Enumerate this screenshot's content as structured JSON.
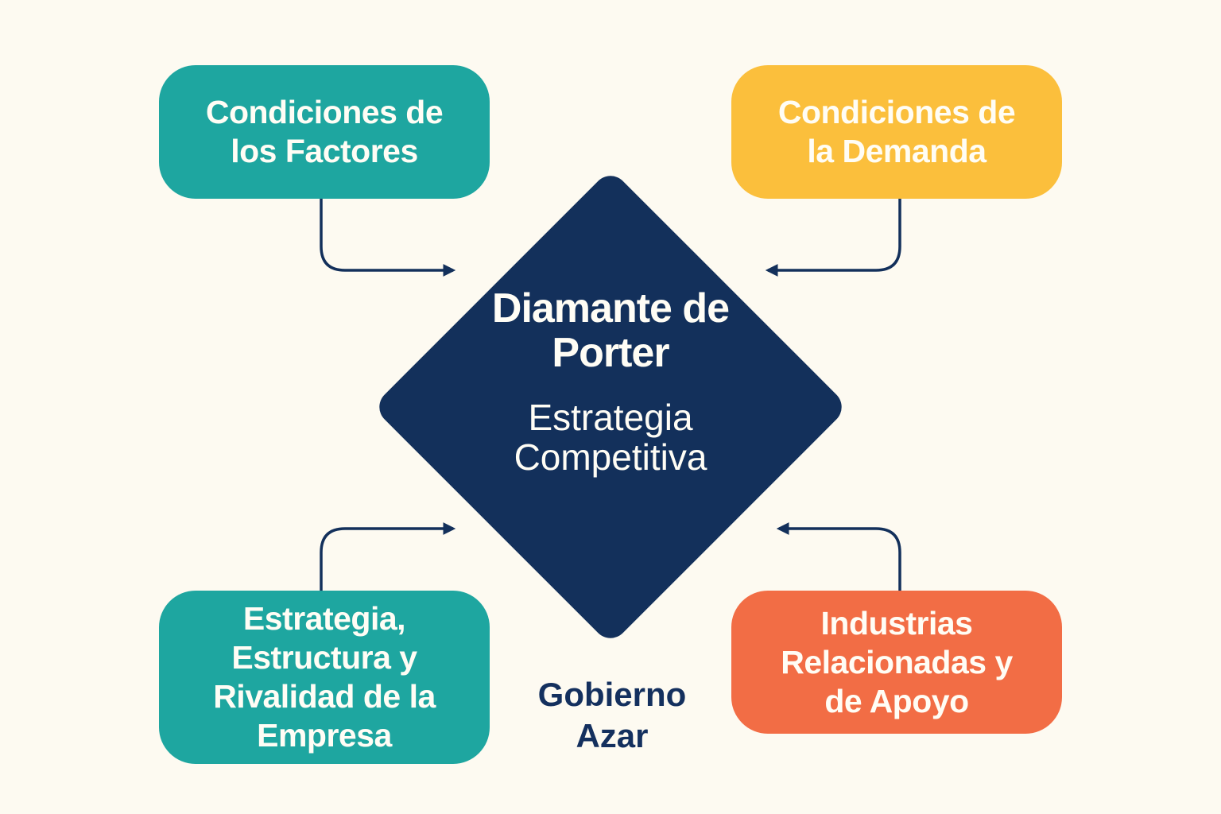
{
  "diagram": {
    "title": "Diamante de Porter",
    "subtitle": "Estrategia\nCompetitiva",
    "colors": {
      "background": "#fdfaf1",
      "diamond": "#13305b",
      "teal": "#1ea6a0",
      "yellow": "#fbbf3c",
      "orange": "#f26d45",
      "arrow": "#13305b"
    },
    "nodes": [
      {
        "id": "factores",
        "label": "Condiciones de\nlos Factores",
        "position": "top-left"
      },
      {
        "id": "demanda",
        "label": "Condiciones de\nla Demanda",
        "position": "top-right"
      },
      {
        "id": "estrategia",
        "label": "Estrategia,\nEstructura y\nRivalidad de la\nEmpresa",
        "position": "bottom-left"
      },
      {
        "id": "industrias",
        "label": "Industrias\nRelacionadas y\nde Apoyo",
        "position": "bottom-right"
      }
    ],
    "external_factors": "Gobierno\nAzar",
    "edges": [
      {
        "from": "factores",
        "to": "center"
      },
      {
        "from": "demanda",
        "to": "center"
      },
      {
        "from": "estrategia",
        "to": "center"
      },
      {
        "from": "industrias",
        "to": "center"
      }
    ]
  }
}
